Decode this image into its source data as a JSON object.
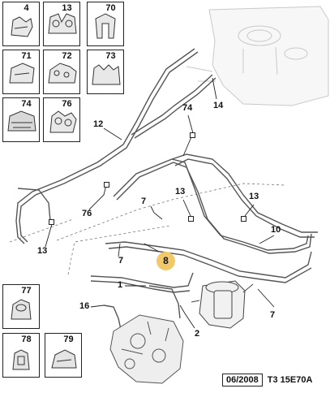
{
  "clips_top": [
    "4",
    "13",
    "70",
    "71",
    "72",
    "73",
    "74",
    "76"
  ],
  "clips_bottom": [
    "77",
    "78",
    "79"
  ],
  "callouts": {
    "c14": "14",
    "c74": "74",
    "c12": "12",
    "c7a": "7",
    "c13a": "13",
    "c13b": "13",
    "c76": "76",
    "c10": "10",
    "c13c": "13",
    "c8": "8",
    "c7b": "7",
    "c1": "1",
    "c16": "16",
    "c2": "2",
    "c7c": "7"
  },
  "footer": {
    "date": "06/2008",
    "reference": "T3 15E70A"
  },
  "colors": {
    "highlight": "#f1c96b",
    "line": "#222222"
  }
}
